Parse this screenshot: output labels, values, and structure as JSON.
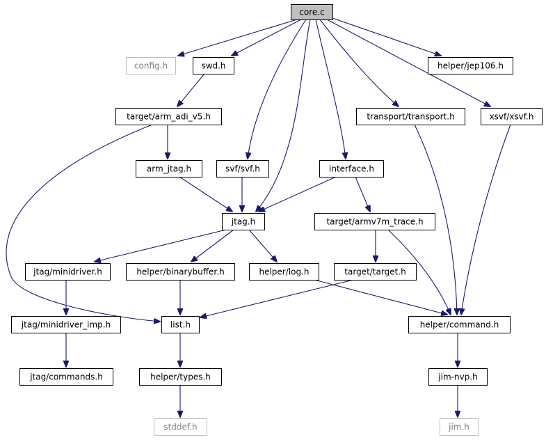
{
  "nodes": [
    {
      "id": "core_c",
      "label": "core.c",
      "style": "root"
    },
    {
      "id": "config_h",
      "label": "config.h",
      "style": "ext"
    },
    {
      "id": "swd_h",
      "label": "swd.h",
      "style": "normal"
    },
    {
      "id": "helper_jep106_h",
      "label": "helper/jep106.h",
      "style": "normal"
    },
    {
      "id": "target_arm_adi_v5_h",
      "label": "target/arm_adi_v5.h",
      "style": "normal"
    },
    {
      "id": "transport_transport_h",
      "label": "transport/transport.h",
      "style": "normal"
    },
    {
      "id": "xsvf_xsvf_h",
      "label": "xsvf/xsvf.h",
      "style": "normal"
    },
    {
      "id": "arm_jtag_h",
      "label": "arm_jtag.h",
      "style": "normal"
    },
    {
      "id": "svf_svf_h",
      "label": "svf/svf.h",
      "style": "normal"
    },
    {
      "id": "interface_h",
      "label": "interface.h",
      "style": "normal"
    },
    {
      "id": "jtag_h",
      "label": "jtag.h",
      "style": "normal"
    },
    {
      "id": "target_armv7m_trace_h",
      "label": "target/armv7m_trace.h",
      "style": "normal"
    },
    {
      "id": "jtag_minidriver_h",
      "label": "jtag/minidriver.h",
      "style": "normal"
    },
    {
      "id": "helper_binarybuffer_h",
      "label": "helper/binarybuffer.h",
      "style": "normal"
    },
    {
      "id": "helper_log_h",
      "label": "helper/log.h",
      "style": "normal"
    },
    {
      "id": "target_target_h",
      "label": "target/target.h",
      "style": "normal"
    },
    {
      "id": "jtag_minidriver_imp_h",
      "label": "jtag/minidriver_imp.h",
      "style": "normal"
    },
    {
      "id": "list_h",
      "label": "list.h",
      "style": "normal"
    },
    {
      "id": "helper_command_h",
      "label": "helper/command.h",
      "style": "normal"
    },
    {
      "id": "jtag_commands_h",
      "label": "jtag/commands.h",
      "style": "normal"
    },
    {
      "id": "helper_types_h",
      "label": "helper/types.h",
      "style": "normal"
    },
    {
      "id": "jim_nvp_h",
      "label": "jim-nvp.h",
      "style": "normal"
    },
    {
      "id": "stddef_h",
      "label": "stddef.h",
      "style": "ext"
    },
    {
      "id": "jim_h",
      "label": "jim.h",
      "style": "ext"
    }
  ],
  "edges": [
    {
      "from": "core_c",
      "to": "config_h"
    },
    {
      "from": "core_c",
      "to": "swd_h"
    },
    {
      "from": "core_c",
      "to": "helper_jep106_h"
    },
    {
      "from": "core_c",
      "to": "svf_svf_h"
    },
    {
      "from": "core_c",
      "to": "jtag_h"
    },
    {
      "from": "core_c",
      "to": "interface_h"
    },
    {
      "from": "core_c",
      "to": "transport_transport_h"
    },
    {
      "from": "core_c",
      "to": "xsvf_xsvf_h"
    },
    {
      "from": "swd_h",
      "to": "target_arm_adi_v5_h"
    },
    {
      "from": "target_arm_adi_v5_h",
      "to": "arm_jtag_h"
    },
    {
      "from": "target_arm_adi_v5_h",
      "to": "list_h"
    },
    {
      "from": "arm_jtag_h",
      "to": "jtag_h"
    },
    {
      "from": "svf_svf_h",
      "to": "jtag_h"
    },
    {
      "from": "interface_h",
      "to": "jtag_h"
    },
    {
      "from": "interface_h",
      "to": "target_armv7m_trace_h"
    },
    {
      "from": "transport_transport_h",
      "to": "helper_command_h"
    },
    {
      "from": "xsvf_xsvf_h",
      "to": "helper_command_h"
    },
    {
      "from": "jtag_h",
      "to": "jtag_minidriver_h"
    },
    {
      "from": "jtag_h",
      "to": "helper_binarybuffer_h"
    },
    {
      "from": "jtag_h",
      "to": "helper_log_h"
    },
    {
      "from": "target_armv7m_trace_h",
      "to": "target_target_h"
    },
    {
      "from": "target_armv7m_trace_h",
      "to": "helper_command_h"
    },
    {
      "from": "jtag_minidriver_h",
      "to": "jtag_minidriver_imp_h"
    },
    {
      "from": "helper_binarybuffer_h",
      "to": "list_h"
    },
    {
      "from": "helper_log_h",
      "to": "helper_command_h"
    },
    {
      "from": "target_target_h",
      "to": "list_h"
    },
    {
      "from": "jtag_minidriver_imp_h",
      "to": "jtag_commands_h"
    },
    {
      "from": "list_h",
      "to": "helper_types_h"
    },
    {
      "from": "helper_command_h",
      "to": "jim_nvp_h"
    },
    {
      "from": "helper_types_h",
      "to": "stddef_h"
    },
    {
      "from": "jim_nvp_h",
      "to": "jim_h"
    }
  ]
}
